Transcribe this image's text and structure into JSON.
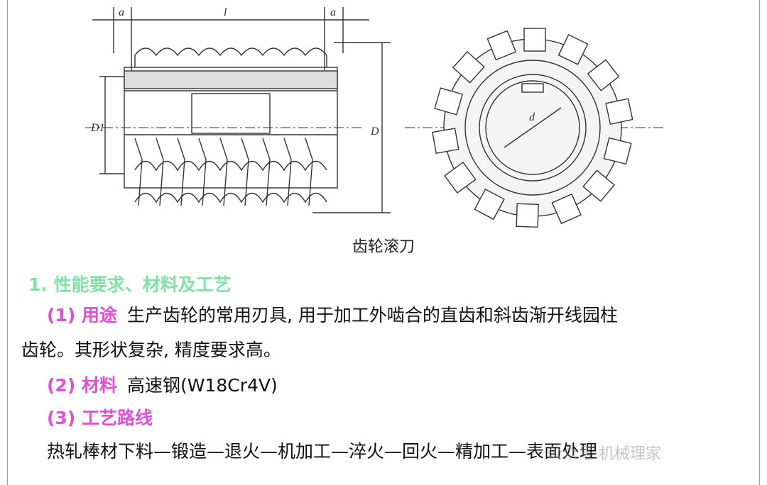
{
  "figure": {
    "caption": "齿轮滚刀",
    "dim_a_left": "a",
    "dim_l": "l",
    "dim_a_right": "a",
    "dim_D1": "D1",
    "dim_D": "D",
    "dim_d": "d"
  },
  "section": {
    "heading": "1. 性能要求、材料及工艺",
    "items": [
      {
        "label": "(1) 用途",
        "text_line1": "生产齿轮的常用刃具, 用于加工外啮合的直齿和斜齿渐开线园柱",
        "text_line2": "齿轮。其形状复杂, 精度要求高。"
      },
      {
        "label": "(2) 材料",
        "text": "高速钢(W18Cr4V)"
      },
      {
        "label": "(3) 工艺路线",
        "text": "热轧棒材下料—锻造—退火—机加工—淬火—回火—精加工—表面处理"
      }
    ]
  },
  "watermark": "公众号·机械理家",
  "colors": {
    "heading": "#7fe3a6",
    "label": "#e04fd8",
    "frame": "#8fa3b5"
  }
}
